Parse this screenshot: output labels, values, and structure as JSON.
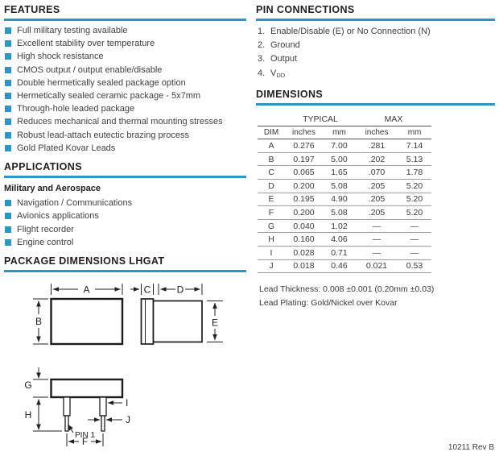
{
  "colors": {
    "accent": "#2e95c5"
  },
  "features": {
    "title": "FEATURES",
    "items": [
      "Full military testing available",
      "Excellent stability over temperature",
      "High shock resistance",
      "CMOS output / output enable/disable",
      "Double hermetically sealed package option",
      "Hermetically sealed ceramic package - 5x7mm",
      "Through-hole leaded package",
      "Reduces mechanical and thermal mounting stresses",
      "Robust lead-attach eutectic brazing process",
      "Gold Plated Kovar Leads"
    ]
  },
  "applications": {
    "title": "APPLICATIONS",
    "subtitle": "Military and Aerospace",
    "items": [
      "Navigation / Communications",
      "Avionics applications",
      "Flight recorder",
      "Engine control"
    ]
  },
  "pin_connections": {
    "title": "PIN CONNECTIONS",
    "numbers": [
      "1.",
      "2.",
      "3.",
      "4."
    ],
    "items": [
      "Enable/Disable (E) or No Connection (N)",
      "Ground",
      "Output"
    ],
    "pin4_base": "V",
    "pin4_sub": "DD"
  },
  "dimensions": {
    "title": "DIMENSIONS",
    "group_headers": [
      "TYPICAL",
      "MAX"
    ],
    "col_headers": [
      "DIM",
      "inches",
      "mm",
      "inches",
      "mm"
    ],
    "rows": [
      [
        "A",
        "0.276",
        "7.00",
        ".281",
        "7.14"
      ],
      [
        "B",
        "0.197",
        "5.00",
        ".202",
        "5.13"
      ],
      [
        "C",
        "0.065",
        "1.65",
        ".070",
        "1.78"
      ],
      [
        "D",
        "0.200",
        "5.08",
        ".205",
        "5.20"
      ],
      [
        "E",
        "0.195",
        "4.90",
        ".205",
        "5.20"
      ],
      [
        "F",
        "0.200",
        "5.08",
        ".205",
        "5.20"
      ],
      [
        "G",
        "0.040",
        "1.02",
        "—",
        "—"
      ],
      [
        "H",
        "0.160",
        "4.06",
        "—",
        "—"
      ],
      [
        "I",
        "0.028",
        "0.71",
        "—",
        "—"
      ],
      [
        "J",
        "0.018",
        "0.46",
        "0.021",
        "0.53"
      ]
    ]
  },
  "package_dimensions": {
    "title": "PACKAGE DIMENSIONS LHGAT",
    "labels": {
      "A": "A",
      "B": "B",
      "C": "C",
      "D": "D",
      "E": "E",
      "F": "F",
      "G": "G",
      "H": "H",
      "I": "I",
      "J": "J"
    },
    "pin1_label": "PIN 1"
  },
  "notes": {
    "lead_thickness": "Lead Thickness: 0.008 ±0.001 (0.20mm ±0.03)",
    "lead_plating": "Lead Plating: Gold/Nickel over Kovar"
  },
  "footer": {
    "rev": "10211 Rev B"
  }
}
